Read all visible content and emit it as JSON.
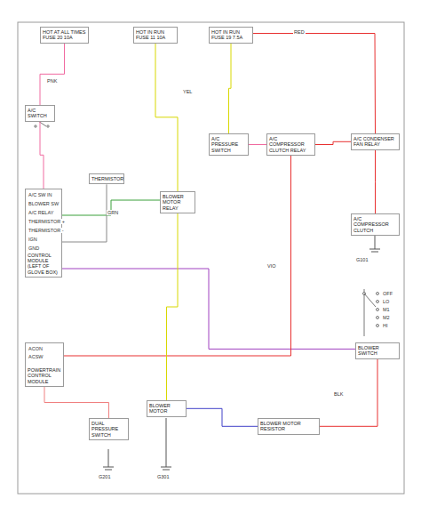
{
  "diagram": {
    "nodes": [
      {
        "text": [
          "HOT AT ALL TIMES",
          "FUSE 20 10A"
        ]
      },
      {
        "text": [
          "HOT IN RUN",
          "FUSE 11 10A"
        ]
      },
      {
        "text": [
          "HOT IN RUN",
          "FUSE 19 7.5A"
        ]
      },
      {
        "text": [
          "A/C SWITCH"
        ]
      },
      {
        "text": [
          "A/C CONTROL MODULE (LEFT OF GLOVE BOX)"
        ]
      },
      {
        "text": [
          "THERMISTOR"
        ]
      },
      {
        "text": [
          "BLOWER MOTOR RELAY"
        ]
      },
      {
        "text": [
          "A/C COMPRESSOR CLUTCH RELAY"
        ]
      },
      {
        "text": [
          "A/C CONDENSER FAN RELAY"
        ]
      },
      {
        "text": [
          "A/C COMPRESSOR CLUTCH"
        ]
      },
      {
        "text": [
          "A/C PRESSURE SWITCH"
        ]
      },
      {
        "text": [
          "POWERTRAIN CONTROL MODULE"
        ]
      },
      {
        "text": [
          "BLOWER SWITCH"
        ]
      },
      {
        "text": [
          "BLOWER MOTOR RESISTOR"
        ]
      },
      {
        "text": [
          "DUAL PRESSURE SWITCH"
        ]
      },
      {
        "text": [
          "BLOWER MOTOR"
        ]
      }
    ],
    "edges": [
      {
        "from": 0,
        "to": 3,
        "arrow": "none"
      },
      {
        "from": 3,
        "to": 4,
        "arrow": "none"
      },
      {
        "from": 1,
        "to": 6,
        "arrow": "none"
      },
      {
        "from": 2,
        "to": 10,
        "arrow": "none"
      },
      {
        "from": 10,
        "to": 7,
        "arrow": "none"
      },
      {
        "from": 2,
        "to": 8,
        "arrow": "none"
      },
      {
        "from": 7,
        "to": 8,
        "arrow": "none"
      },
      {
        "from": 8,
        "to": 9,
        "arrow": "none"
      },
      {
        "from": 4,
        "to": 6,
        "arrow": "none"
      },
      {
        "from": 5,
        "to": 4,
        "arrow": "none"
      },
      {
        "from": 4,
        "to": 12,
        "arrow": "none"
      },
      {
        "from": 11,
        "to": 7,
        "arrow": "none"
      },
      {
        "from": 12,
        "to": 13,
        "arrow": "none"
      },
      {
        "from": 6,
        "to": 15,
        "arrow": "none"
      },
      {
        "from": 14,
        "to": 11,
        "arrow": "none"
      },
      {
        "from": 13,
        "to": 15,
        "arrow": "none"
      }
    ],
    "labels": [
      "A/C SW IN",
      "BLOWER SW",
      "A/C RELAY",
      "THERMISTOR +",
      "THERMISTOR -",
      "IGN",
      "GND",
      "PNK",
      "YEL",
      "RED",
      "GRN",
      "BLK",
      "VIO",
      "G101",
      "G201",
      "G301",
      "OFF",
      "LO",
      "M1",
      "M2",
      "HI",
      "ACON",
      "ACSW"
    ]
  }
}
